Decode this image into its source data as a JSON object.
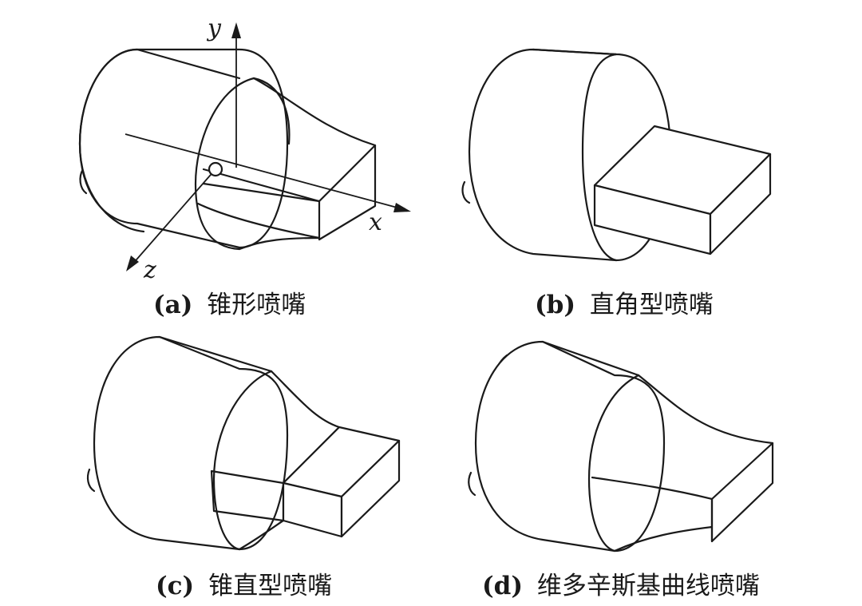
{
  "axes": {
    "x": "x",
    "y": "y",
    "z": "z"
  },
  "panels": [
    {
      "tag": "(a)",
      "title": "锥形喷嘴"
    },
    {
      "tag": "(b)",
      "title": "直角型喷嘴"
    },
    {
      "tag": "(c)",
      "title": "锥直型喷嘴"
    },
    {
      "tag": "(d)",
      "title": "维多辛斯基曲线喷嘴"
    }
  ],
  "colors": {
    "stroke": "#1a1a1a",
    "background": "#ffffff"
  }
}
